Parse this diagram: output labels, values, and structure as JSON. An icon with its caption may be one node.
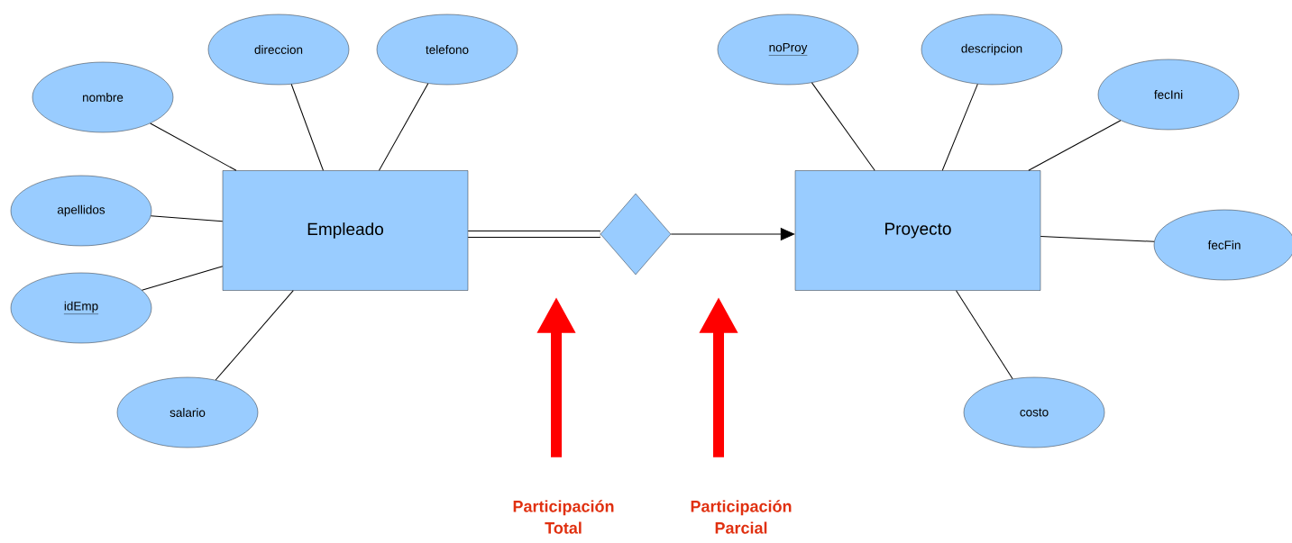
{
  "diagram": {
    "nodes": [
      {
        "text": [
          "Empleado"
        ]
      },
      {
        "text": [],
        "shape": "diamond"
      },
      {
        "text": [
          "Proyecto"
        ]
      },
      {
        "text": [
          "nombre"
        ]
      },
      {
        "text": [
          "direccion"
        ]
      },
      {
        "text": [
          "telefono"
        ]
      },
      {
        "text": [
          "apellidos"
        ]
      },
      {
        "text": [
          "idEmp"
        ]
      },
      {
        "text": [
          "salario"
        ]
      },
      {
        "text": [
          "noProy"
        ]
      },
      {
        "text": [
          "descripcion"
        ]
      },
      {
        "text": [
          "fecIni"
        ]
      },
      {
        "text": [
          "fecFin"
        ]
      },
      {
        "text": [
          "costo"
        ]
      },
      {
        "text": [
          "Participación Total"
        ]
      },
      {
        "text": [
          "Participación Parcial"
        ]
      }
    ],
    "edges": [
      {
        "from": 0,
        "to": 1,
        "arrow": "none",
        "style": "thick"
      },
      {
        "from": 1,
        "to": 2,
        "arrow": "to"
      },
      {
        "from": 3,
        "to": 0,
        "arrow": "none"
      },
      {
        "from": 4,
        "to": 0,
        "arrow": "none"
      },
      {
        "from": 5,
        "to": 0,
        "arrow": "none"
      },
      {
        "from": 6,
        "to": 0,
        "arrow": "none"
      },
      {
        "from": 7,
        "to": 0,
        "arrow": "none"
      },
      {
        "from": 8,
        "to": 0,
        "arrow": "none"
      },
      {
        "from": 9,
        "to": 2,
        "arrow": "none"
      },
      {
        "from": 10,
        "to": 2,
        "arrow": "none"
      },
      {
        "from": 11,
        "to": 2,
        "arrow": "none"
      },
      {
        "from": 12,
        "to": 2,
        "arrow": "none"
      },
      {
        "from": 13,
        "to": 2,
        "arrow": "none"
      },
      {
        "from": 14,
        "to": null,
        "arrow": "to",
        "style": "thick",
        "color": "#ff0000"
      },
      {
        "from": 15,
        "to": null,
        "arrow": "to",
        "style": "thick",
        "color": "#ff0000"
      }
    ]
  }
}
